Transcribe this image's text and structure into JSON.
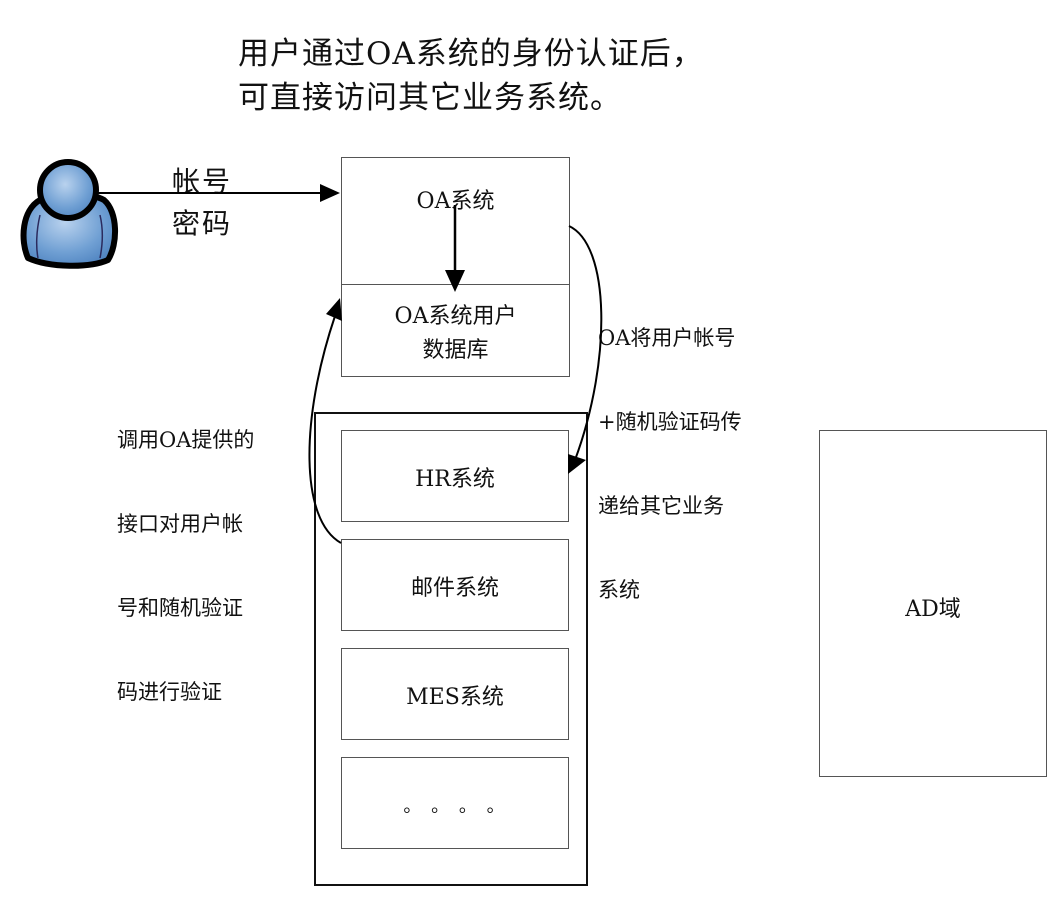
{
  "title": {
    "line1": "用户通过OA系统的身份认证后，",
    "line2": "可直接访问其它业务系统。"
  },
  "user": {
    "icon": "user-icon",
    "credential_label_line1": "帐号",
    "credential_label_line2": "密码"
  },
  "oa": {
    "system_label": "OA系统",
    "db_label_line1": "OA系统用户",
    "db_label_line2": "数据库"
  },
  "notes": {
    "right": [
      "OA将用户帐号",
      "+随机验证码传",
      "递给其它业务",
      "系统"
    ],
    "left": [
      "调用OA提供的",
      "接口对用户帐",
      "号和随机验证",
      "码进行验证"
    ]
  },
  "business_systems": [
    {
      "label": "HR系统"
    },
    {
      "label": "邮件系统"
    },
    {
      "label": "MES系统"
    },
    {
      "label": "。 。 。 。"
    }
  ],
  "ad": {
    "label": "AD域"
  }
}
